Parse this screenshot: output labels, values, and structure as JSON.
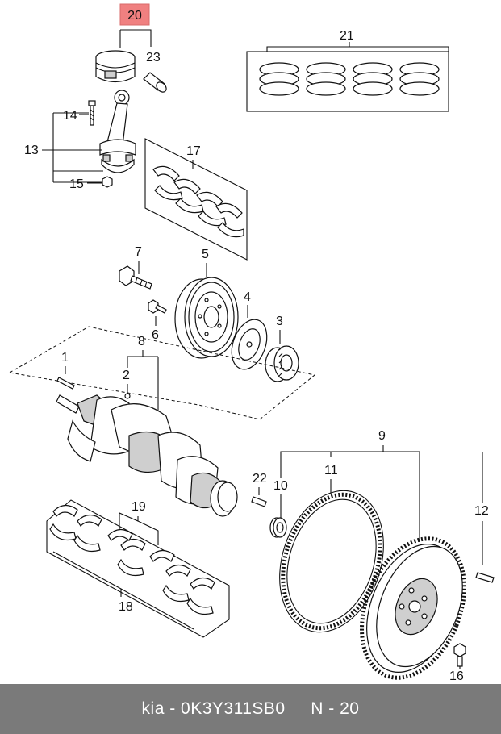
{
  "footer": {
    "caption": "kia - 0K3Y311SB0     N - 20"
  },
  "highlight_color": "#f08080",
  "callouts": {
    "c1": "1",
    "c2": "2",
    "c3": "3",
    "c4": "4",
    "c5": "5",
    "c6": "6",
    "c7": "7",
    "c8": "8",
    "c9": "9",
    "c10": "10",
    "c11": "11",
    "c12": "12",
    "c13": "13",
    "c14": "14",
    "c15": "15",
    "c16": "16",
    "c17": "17",
    "c18": "18",
    "c19": "19",
    "c20": "20",
    "c21": "21",
    "c22": "22",
    "c23": "23"
  }
}
